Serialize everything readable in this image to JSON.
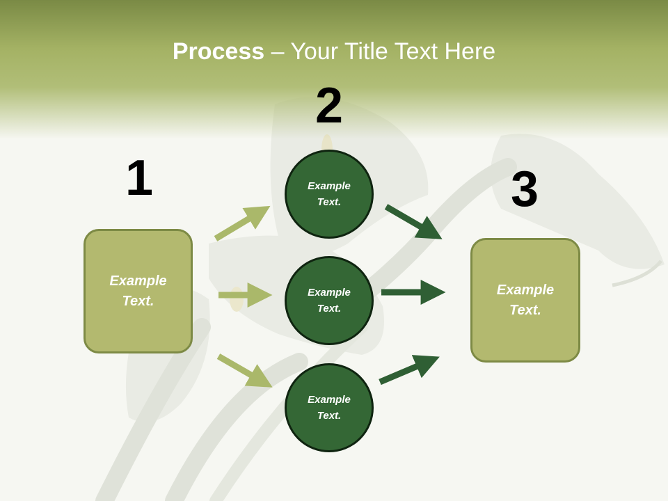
{
  "slide": {
    "title_bold": "Process",
    "title_rest": " – Your Title Text Here"
  },
  "steps": {
    "step1": {
      "number": "1",
      "box_label": "Example\nText."
    },
    "step2": {
      "number": "2",
      "circles": [
        {
          "label": "Example\nText."
        },
        {
          "label": "Example\nText."
        },
        {
          "label": "Example\nText."
        }
      ]
    },
    "step3": {
      "number": "3",
      "box_label": "Example\nText."
    }
  },
  "colors": {
    "header_green": "#a4b264",
    "box_fill": "#b3b96f",
    "box_border": "#7d8a45",
    "circle_fill": "#346735",
    "left_arrow": "#aab86a",
    "right_arrow": "#2f5f34"
  }
}
